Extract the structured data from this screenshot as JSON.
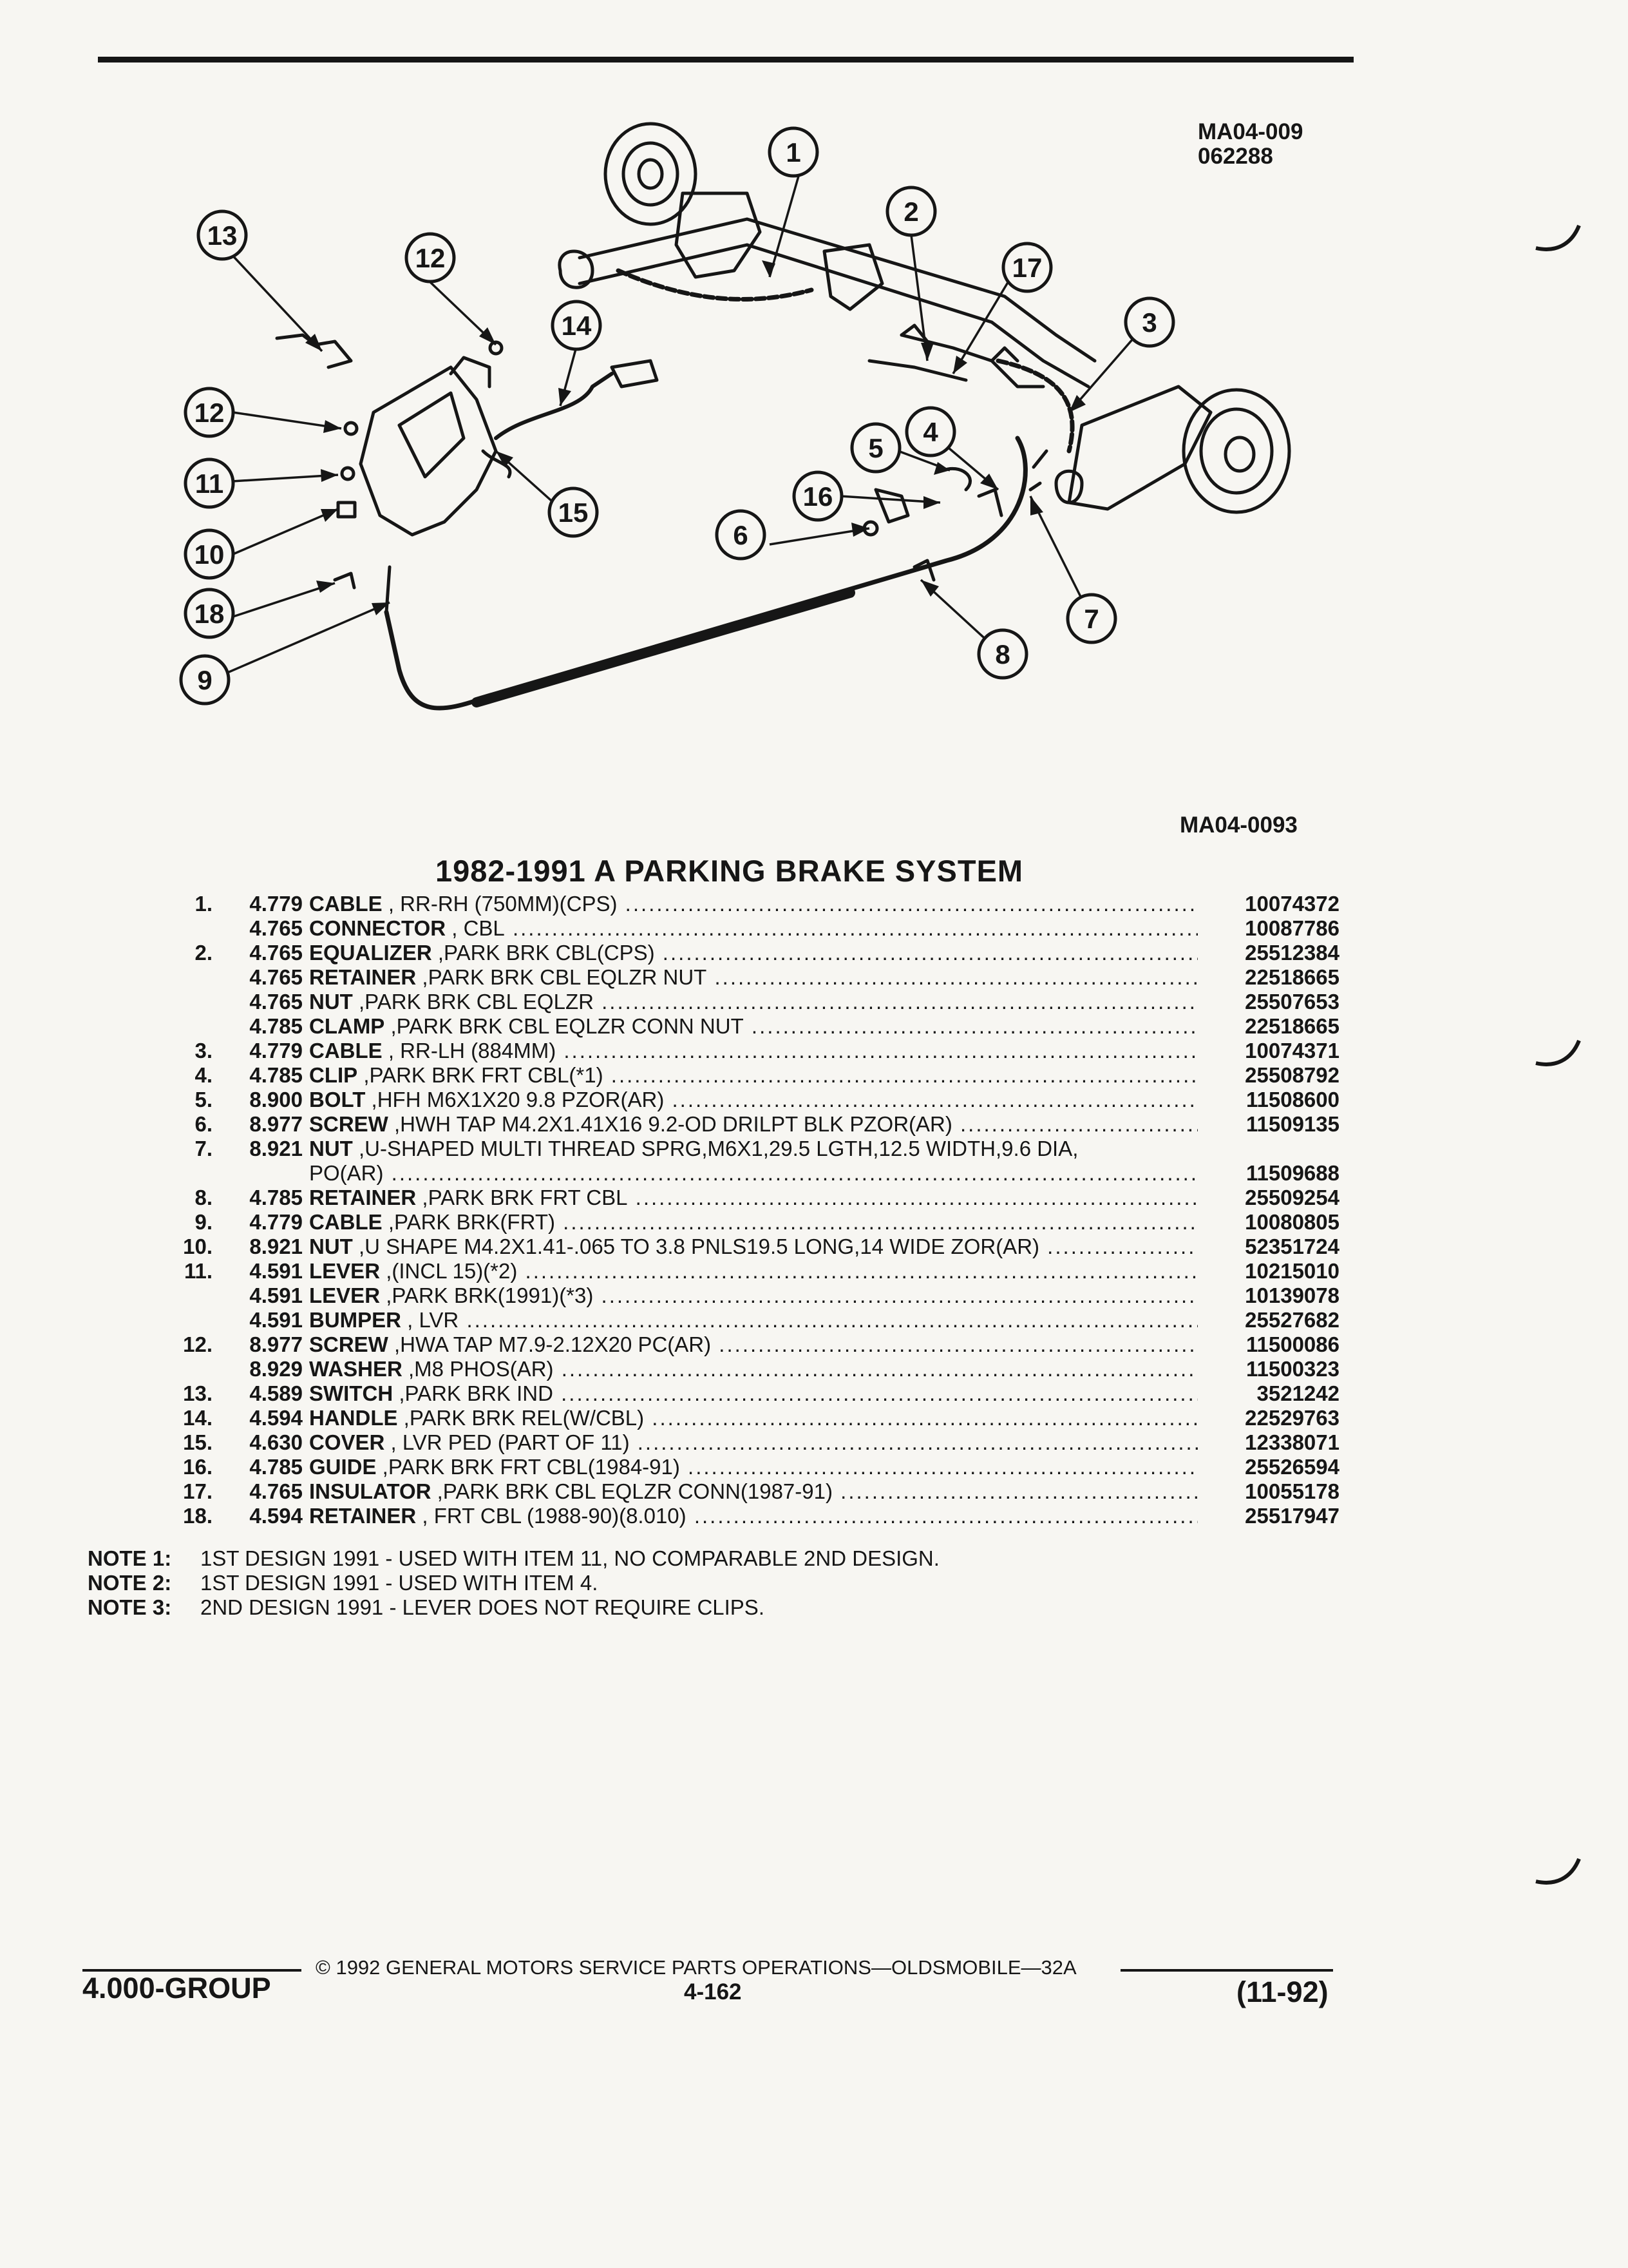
{
  "header": {
    "drawing_code_top": "MA04-009",
    "drawing_date_top": "062288",
    "drawing_code_bottom": "MA04-0093"
  },
  "diagram": {
    "callouts": [
      "1",
      "2",
      "3",
      "4",
      "5",
      "6",
      "7",
      "8",
      "9",
      "10",
      "11",
      "12",
      "12",
      "13",
      "14",
      "15",
      "16",
      "17",
      "18"
    ]
  },
  "title": "1982-1991 A PARKING BRAKE SYSTEM",
  "parts": [
    {
      "item": "1.",
      "group": "4.779",
      "name": "CABLE",
      "detail": " , RR-RH (750MM)(CPS)",
      "part": "10074372"
    },
    {
      "item": "",
      "group": "4.765",
      "name": "CONNECTOR",
      "detail": " , CBL",
      "part": "10087786"
    },
    {
      "item": "2.",
      "group": "4.765",
      "name": "EQUALIZER",
      "detail": " ,PARK BRK CBL(CPS)",
      "part": "25512384"
    },
    {
      "item": "",
      "group": "4.765",
      "name": "RETAINER",
      "detail": " ,PARK BRK CBL EQLZR NUT",
      "part": "22518665"
    },
    {
      "item": "",
      "group": "4.765",
      "name": "NUT",
      "detail": " ,PARK BRK CBL EQLZR",
      "part": "25507653"
    },
    {
      "item": "",
      "group": "4.785",
      "name": "CLAMP",
      "detail": " ,PARK BRK CBL EQLZR CONN NUT",
      "part": "22518665"
    },
    {
      "item": "3.",
      "group": "4.779",
      "name": "CABLE",
      "detail": " , RR-LH (884MM)",
      "part": "10074371"
    },
    {
      "item": "4.",
      "group": "4.785",
      "name": "CLIP",
      "detail": " ,PARK BRK FRT CBL(*1)",
      "part": "25508792"
    },
    {
      "item": "5.",
      "group": "8.900",
      "name": "BOLT",
      "detail": " ,HFH M6X1X20 9.8 PZOR(AR)",
      "part": "11508600"
    },
    {
      "item": "6.",
      "group": "8.977",
      "name": "SCREW",
      "detail": " ,HWH TAP M4.2X1.41X16 9.2-OD DRILPT BLK PZOR(AR)",
      "part": "11509135"
    },
    {
      "item": "7.",
      "group": "8.921",
      "name": "NUT",
      "detail": " ,U-SHAPED MULTI THREAD SPRG,M6X1,29.5 LGTH,12.5 WIDTH,9.6 DIA,",
      "part": ""
    },
    {
      "item": "",
      "group": "",
      "name": "",
      "detail": "PO(AR)",
      "part": "11509688"
    },
    {
      "item": "8.",
      "group": "4.785",
      "name": "RETAINER",
      "detail": " ,PARK BRK FRT CBL",
      "part": "25509254"
    },
    {
      "item": "9.",
      "group": "4.779",
      "name": "CABLE",
      "detail": " ,PARK BRK(FRT)",
      "part": "10080805"
    },
    {
      "item": "10.",
      "group": "8.921",
      "name": "NUT",
      "detail": " ,U SHAPE M4.2X1.41-.065 TO 3.8 PNLS19.5 LONG,14 WIDE ZOR(AR)",
      "part": "52351724"
    },
    {
      "item": "11.",
      "group": "4.591",
      "name": "LEVER",
      "detail": " ,(INCL 15)(*2)",
      "part": "10215010"
    },
    {
      "item": "",
      "group": "4.591",
      "name": "LEVER",
      "detail": " ,PARK BRK(1991)(*3)",
      "part": "10139078"
    },
    {
      "item": "",
      "group": "4.591",
      "name": "BUMPER",
      "detail": " , LVR",
      "part": "25527682"
    },
    {
      "item": "12.",
      "group": "8.977",
      "name": "SCREW",
      "detail": " ,HWA TAP M7.9-2.12X20 PC(AR)",
      "part": "11500086"
    },
    {
      "item": "",
      "group": "8.929",
      "name": "WASHER",
      "detail": " ,M8 PHOS(AR)",
      "part": "11500323"
    },
    {
      "item": "13.",
      "group": "4.589",
      "name": "SWITCH",
      "detail": " ,PARK BRK IND",
      "part": "3521242"
    },
    {
      "item": "14.",
      "group": "4.594",
      "name": "HANDLE",
      "detail": " ,PARK BRK REL(W/CBL)",
      "part": "22529763"
    },
    {
      "item": "15.",
      "group": "4.630",
      "name": "COVER",
      "detail": " , LVR PED (PART OF 11)",
      "part": "12338071"
    },
    {
      "item": "16.",
      "group": "4.785",
      "name": "GUIDE",
      "detail": " ,PARK BRK FRT CBL(1984-91)",
      "part": "25526594"
    },
    {
      "item": "17.",
      "group": "4.765",
      "name": "INSULATOR",
      "detail": " ,PARK BRK CBL EQLZR CONN(1987-91)",
      "part": "10055178"
    },
    {
      "item": "18.",
      "group": "4.594",
      "name": "RETAINER",
      "detail": " , FRT CBL (1988-90)(8.010)",
      "part": "25517947"
    }
  ],
  "notes": [
    {
      "label": "NOTE  1:",
      "text": "1ST DESIGN 1991 - USED WITH ITEM 11, NO COMPARABLE 2ND DESIGN."
    },
    {
      "label": "NOTE  2:",
      "text": "1ST DESIGN 1991 - USED WITH ITEM 4."
    },
    {
      "label": "NOTE  3:",
      "text": "2ND DESIGN 1991 - LEVER DOES NOT REQUIRE CLIPS."
    }
  ],
  "footer": {
    "copyright": "© 1992 GENERAL MOTORS SERVICE PARTS OPERATIONS—OLDSMOBILE—32A",
    "group": "4.000-GROUP",
    "page": "4-162",
    "date_code": "(11-92)"
  }
}
